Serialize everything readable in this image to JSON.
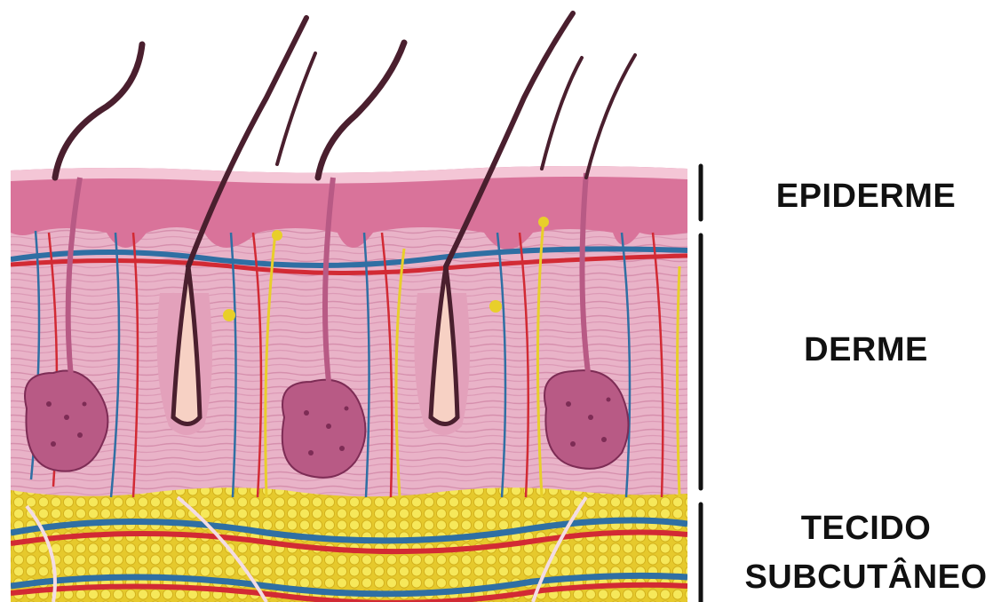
{
  "labels": {
    "epidermis": "EPIDERME",
    "dermis": "DERME",
    "subcutaneous_line1": "TECIDO",
    "subcutaneous_line2": "SUBCUTÂNEO"
  },
  "colors": {
    "epidermis": "#d9739a",
    "epidermis_surface": "#f4c6d6",
    "dermis": "#eab7cb",
    "dermis_fibers": "#c97d9c",
    "gland": "#b85a85",
    "gland_dots": "#7d2c55",
    "hair": "#4a1f2e",
    "hair_root": "#f7d1c4",
    "artery": "#d22a34",
    "vein": "#2f6fa3",
    "nerve": "#e8cf2a",
    "fat": "#f2e14a",
    "fat_outline": "#d8b820",
    "text": "#111111"
  }
}
